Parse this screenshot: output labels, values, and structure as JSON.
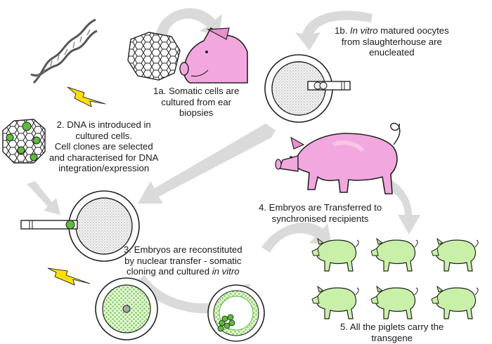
{
  "steps": {
    "step_1a": {
      "lines": [
        "1a. Somatic cells are",
        "cultured from ear",
        "biopsies"
      ]
    },
    "step_1b": {
      "line1_italic": "In vitro",
      "line1_rest": " matured oocytes",
      "lines": [
        "from slaughterhouse are",
        "enucleated"
      ],
      "prefix": "1b. "
    },
    "step_2": {
      "lines": [
        "2. DNA is introduced in",
        "cultured cells.",
        "Cell clones are selected",
        "and characterised for DNA",
        "integration/expression"
      ]
    },
    "step_3": {
      "lines": [
        "3. Embryos are reconstituted",
        "by nuclear transfer - somatic"
      ],
      "line3_rest": "cloning and cultured ",
      "line3_italic": "in vitro"
    },
    "step_4": {
      "lines": [
        "4. Embryos are Transferred to",
        "synchronised recipients"
      ]
    },
    "step_5": {
      "lines": [
        "5. All the piglets carry the",
        "transgene"
      ]
    }
  },
  "icons": [
    "dna-helix-icon",
    "lightning-bolt-icon",
    "pig-icon",
    "piglet-icon",
    "petri-dish-icon",
    "micropipette-icon",
    "cell-cluster-icon"
  ],
  "colors": {
    "arrow_gray": "#d9d9d9",
    "pig_pink": "#f0a6dc",
    "piglet_green": "#c9f0a8",
    "cell_green": "#5cbd3a",
    "lightning_yellow": "#ffe000"
  }
}
